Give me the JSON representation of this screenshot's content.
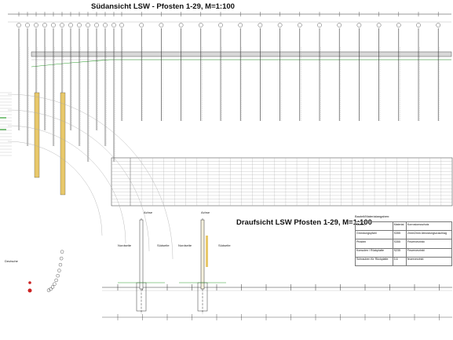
{
  "drawing": {
    "title_elevation": "Südansicht LSW - Pfosten 1-29, M=1:100",
    "title_plan": "Draufsicht LSW Pfosten 1-29, M=1:100",
    "section_labels": {
      "left_outer": "Achse",
      "left_inner": "Südseite",
      "left_side": "Nordseite",
      "right_outer": "Achse",
      "right_side": "Nordseite",
      "right_inner": "Südseite"
    },
    "left_label": "Deutsche",
    "post_count": 29,
    "colors": {
      "line": "#333333",
      "grid": "#aaaaaa",
      "green_dim": "#2f9e2f",
      "gold_post": "#e8c86a",
      "red_mark": "#cc2222"
    }
  },
  "material_table": {
    "caption": "Bauteil/Materialangaben:",
    "headers": [
      "Bauteil",
      "Material",
      "Korrosionsschutz"
    ],
    "rows": [
      [
        "Gründungspfahl",
        "S355",
        "2mm/2mm Abrostungszuschlag"
      ],
      [
        "Pfosten",
        "S355",
        "Feuerverzinkt"
      ],
      [
        "Konsolen / Rückplatte",
        "S235",
        "Feuerverzinkt"
      ],
      [
        "Schrauben für Rückplatte",
        "5.6",
        "feuerverzinkt"
      ]
    ]
  }
}
